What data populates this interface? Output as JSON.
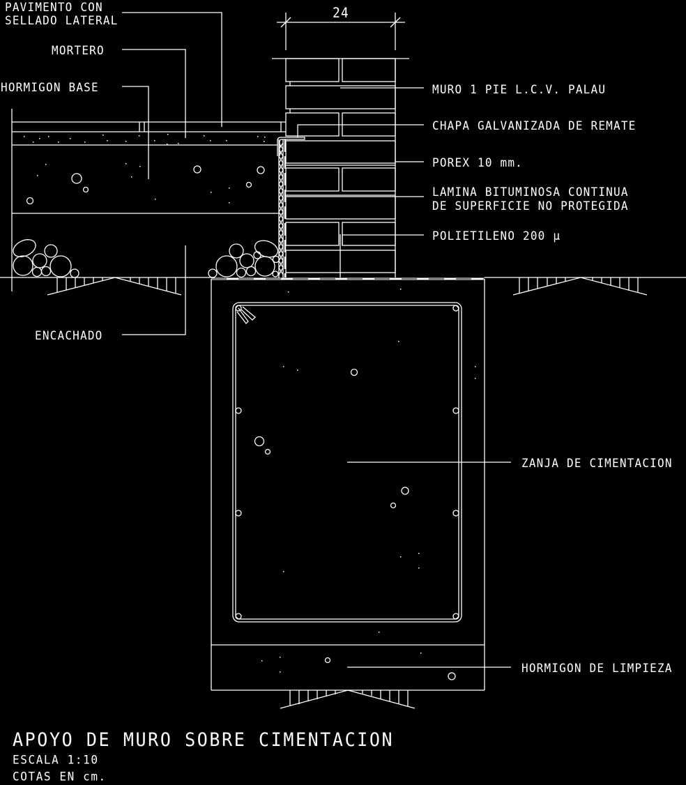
{
  "drawing": {
    "background": "#000000",
    "line_color": "#ffffff",
    "dimension": {
      "value": "24",
      "units": "cm"
    },
    "labels_left": [
      {
        "id": "pavimento",
        "lines": [
          "PAVIMENTO CON",
          "SELLADO LATERAL"
        ]
      },
      {
        "id": "mortero",
        "lines": [
          "MORTERO"
        ]
      },
      {
        "id": "hormigon_base",
        "lines": [
          "HORMIGON BASE"
        ]
      },
      {
        "id": "encachado",
        "lines": [
          "ENCACHADO"
        ]
      }
    ],
    "labels_right": [
      {
        "id": "muro",
        "lines": [
          "MURO 1 PIE L.C.V. PALAU"
        ]
      },
      {
        "id": "chapa",
        "lines": [
          "CHAPA GALVANIZADA DE REMATE"
        ]
      },
      {
        "id": "porex",
        "lines": [
          "POREX 10 mm."
        ]
      },
      {
        "id": "lamina",
        "lines": [
          "LAMINA BITUMINOSA CONTINUA",
          "DE SUPERFICIE NO PROTEGIDA"
        ]
      },
      {
        "id": "polietileno",
        "lines": [
          "POLIETILENO 200 μ"
        ]
      },
      {
        "id": "zanja",
        "lines": [
          "ZANJA DE CIMENTACION"
        ]
      },
      {
        "id": "limpieza",
        "lines": [
          "HORMIGON DE LIMPIEZA"
        ]
      }
    ]
  },
  "title_block": {
    "title": "APOYO DE MURO SOBRE CIMENTACION",
    "scale": "ESCALA 1:10",
    "units_note": "COTAS EN cm."
  }
}
